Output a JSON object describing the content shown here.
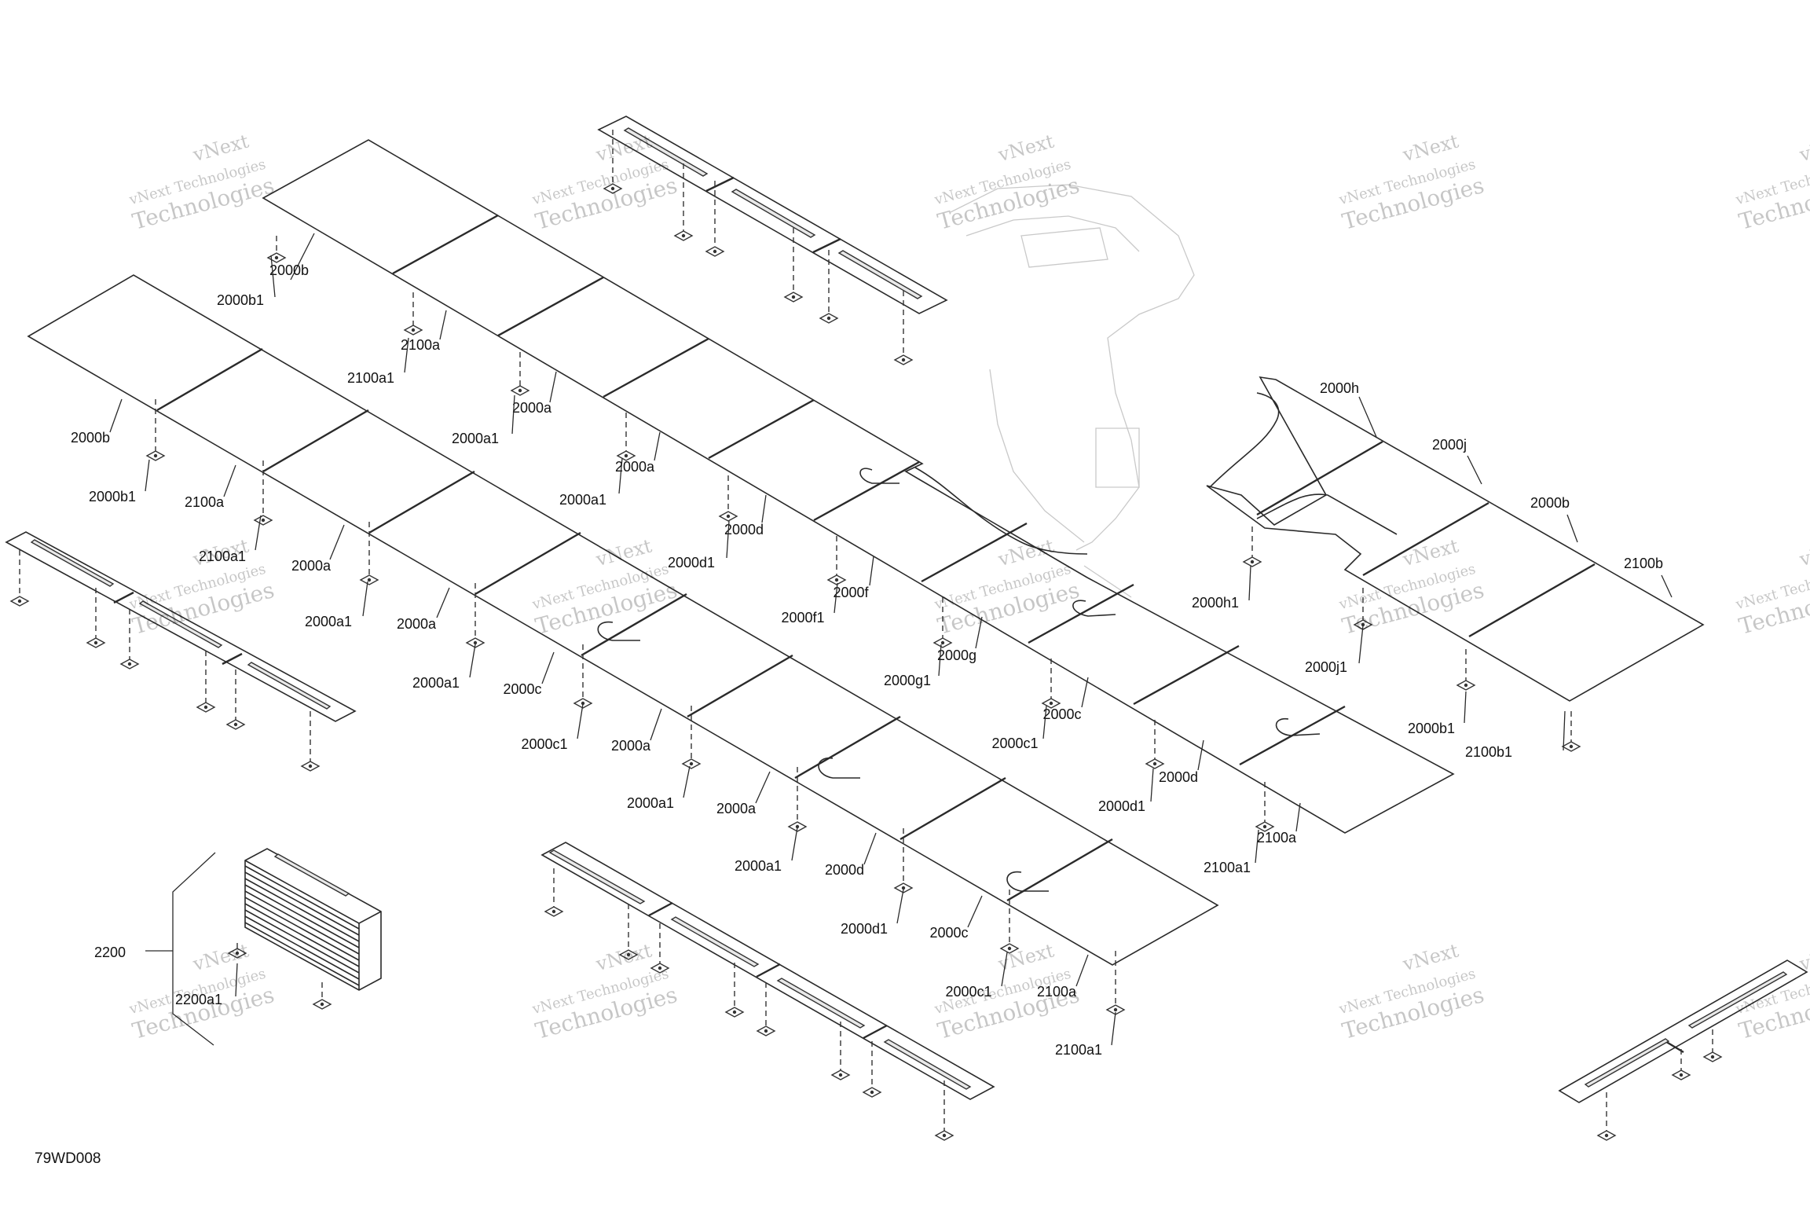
{
  "diagram": {
    "reference_code": "79WD008",
    "watermark": {
      "line1": "vNext Technologies",
      "line2": "Technologies",
      "mark": "vNext"
    },
    "callouts": [
      "2000b",
      "2000b1",
      "2100a",
      "2100a1",
      "2000a",
      "2000a1",
      "2000a",
      "2000a1",
      "2000d",
      "2000d1",
      "2000f",
      "2000f1",
      "2000g",
      "2000g1",
      "2000c",
      "2000c1",
      "2000d",
      "2000d1",
      "2100a",
      "2100a1",
      "2000b",
      "2000b1",
      "2100a",
      "2100a1",
      "2000a",
      "2000a1",
      "2000a",
      "2000a1",
      "2000c",
      "2000c1",
      "2000a",
      "2000a1",
      "2000a",
      "2000a1",
      "2000d",
      "2000d1",
      "2000c",
      "2000c1",
      "2100a",
      "2100a1",
      "2000h",
      "2000j",
      "2000b",
      "2100b",
      "2000h1",
      "2000j1",
      "2000b1",
      "2100b1",
      "2200",
      "2200a1"
    ]
  }
}
